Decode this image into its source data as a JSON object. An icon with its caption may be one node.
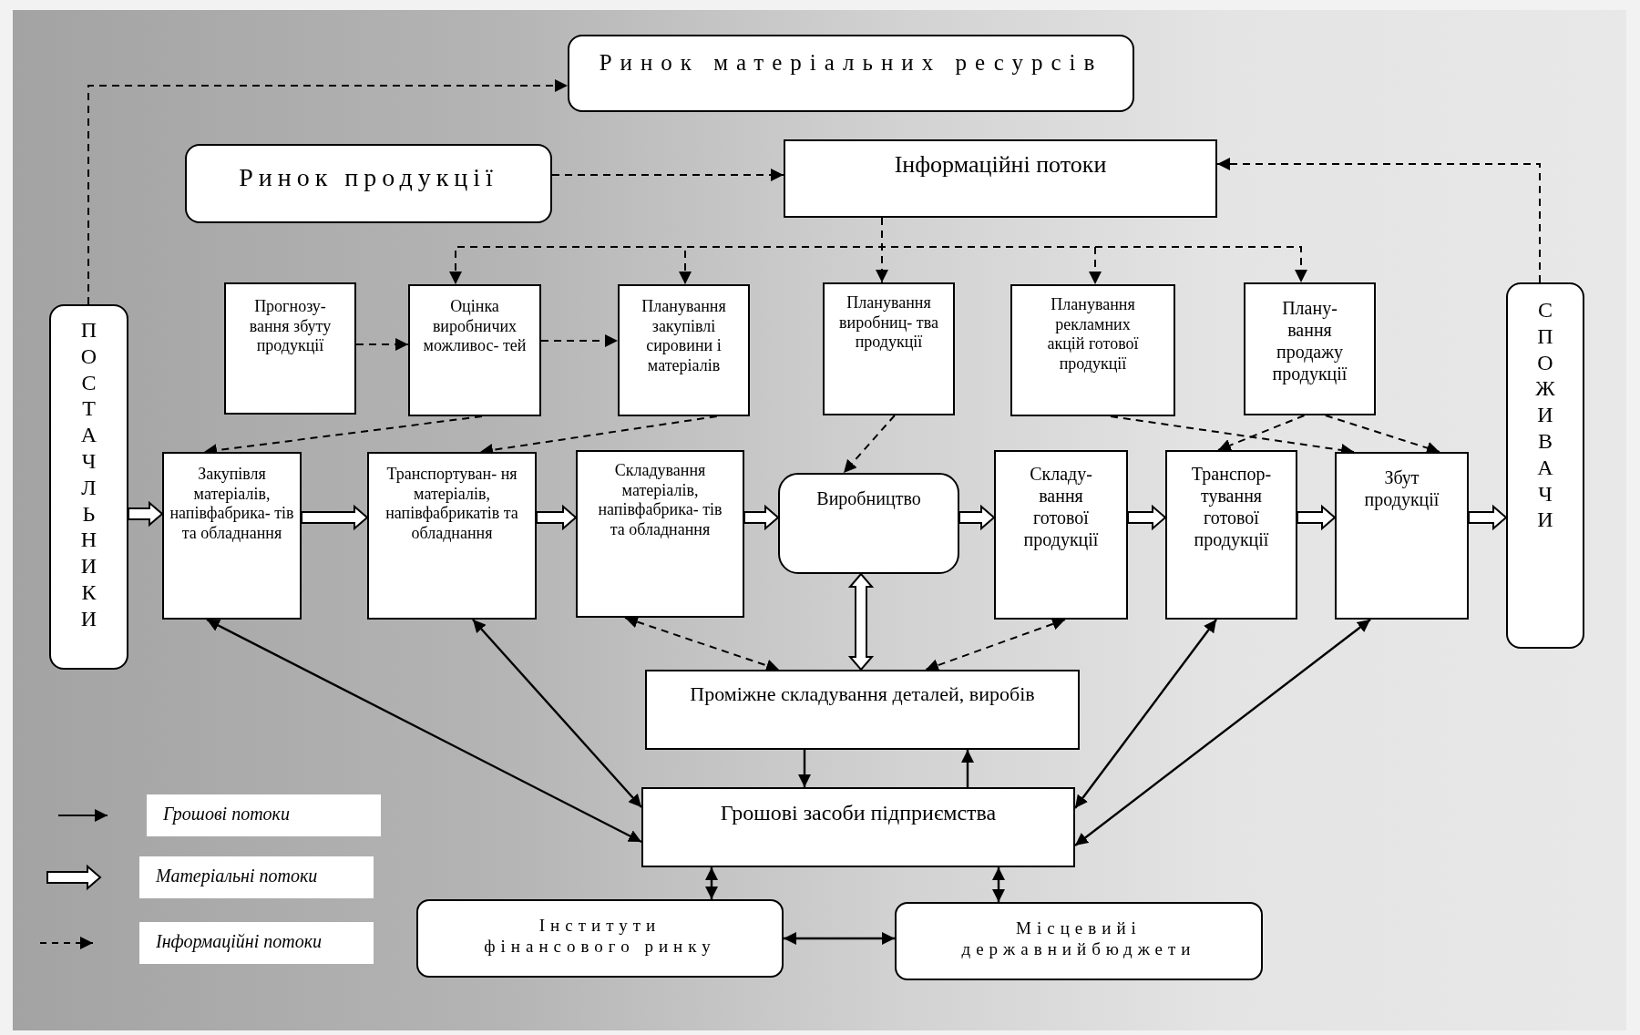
{
  "diagram": {
    "nodes": [
      {
        "text": [
          "Ринок матеріальних ресурсів"
        ]
      },
      {
        "text": [
          "Ринок продукції"
        ]
      },
      {
        "text": [
          "Інформаційні потоки"
        ]
      },
      {
        "text": [
          "ПОСТАЧЛЬНИКИ"
        ]
      },
      {
        "text": [
          "СПОЖИВАЧИ"
        ]
      },
      {
        "text": [
          "Прогнозу- вання збуту продукції"
        ]
      },
      {
        "text": [
          "Оцінка виробничих можливос- тей"
        ]
      },
      {
        "text": [
          "Планування закупівлі сировини і матеріалів"
        ]
      },
      {
        "text": [
          "Планування виробниц- тва продукції"
        ]
      },
      {
        "text": [
          "Планування рекламних акцій готової продукції"
        ]
      },
      {
        "text": [
          "Плану- вання продажу продукції"
        ]
      },
      {
        "text": [
          "Закупівля матеріалів, напівфабрика- тів та обладнання"
        ]
      },
      {
        "text": [
          "Транспортуван- ня матеріалів, напівфабрикатів та обладнання"
        ]
      },
      {
        "text": [
          "Складування матеріалів, напівфабрика- тів та обладнання"
        ]
      },
      {
        "text": [
          "Виробництво"
        ]
      },
      {
        "text": [
          "Складу- вання готової продукції"
        ]
      },
      {
        "text": [
          "Транспор- тування готової продукції"
        ]
      },
      {
        "text": [
          "Збут продукції"
        ]
      },
      {
        "text": [
          "Проміжне складування деталей, виробів"
        ]
      },
      {
        "text": [
          "Грошові засоби підприємства"
        ]
      },
      {
        "text": [
          "Інститути фінансового ринку"
        ]
      },
      {
        "text": [
          "Місцевийі державнийбюджети"
        ]
      }
    ],
    "edges": [
      {
        "from": 3,
        "to": 0,
        "arrow": "to",
        "style": "dashed"
      },
      {
        "from": 1,
        "to": 2,
        "arrow": "to",
        "style": "dashed"
      },
      {
        "from": 4,
        "to": 2,
        "arrow": "to",
        "style": "dashed"
      },
      {
        "from": 2,
        "to": 6,
        "arrow": "to",
        "style": "dashed"
      },
      {
        "from": 2,
        "to": 7,
        "arrow": "to",
        "style": "dashed"
      },
      {
        "from": 2,
        "to": 8,
        "arrow": "to",
        "style": "dashed"
      },
      {
        "from": 2,
        "to": 9,
        "arrow": "to",
        "style": "dashed"
      },
      {
        "from": 2,
        "to": 10,
        "arrow": "to",
        "style": "dashed"
      },
      {
        "from": 5,
        "to": 6,
        "arrow": "to",
        "style": "dashed"
      },
      {
        "from": 6,
        "to": 7,
        "arrow": "to",
        "style": "dashed"
      },
      {
        "from": 6,
        "to": 11,
        "arrow": "to",
        "style": "dashed"
      },
      {
        "from": 7,
        "to": 12,
        "arrow": "to",
        "style": "dashed"
      },
      {
        "from": 8,
        "to": 14,
        "arrow": "to",
        "style": "dashed"
      },
      {
        "from": 9,
        "to": 17,
        "arrow": "to",
        "style": "dashed"
      },
      {
        "from": 10,
        "to": 16,
        "arrow": "to",
        "style": "dashed"
      },
      {
        "from": 10,
        "to": 17,
        "arrow": "to",
        "style": "dashed"
      },
      {
        "from": 3,
        "to": 11,
        "arrow": "to",
        "style": "thick"
      },
      {
        "from": 11,
        "to": 12,
        "arrow": "to",
        "style": "thick"
      },
      {
        "from": 12,
        "to": 13,
        "arrow": "to",
        "style": "thick"
      },
      {
        "from": 13,
        "to": 14,
        "arrow": "to",
        "style": "thick"
      },
      {
        "from": 14,
        "to": 15,
        "arrow": "to",
        "style": "thick"
      },
      {
        "from": 15,
        "to": 16,
        "arrow": "to",
        "style": "thick"
      },
      {
        "from": 16,
        "to": 17,
        "arrow": "to",
        "style": "thick"
      },
      {
        "from": 17,
        "to": 4,
        "arrow": "to",
        "style": "thick"
      },
      {
        "from": 14,
        "to": 18,
        "arrow": "both",
        "style": "thick"
      },
      {
        "from": 13,
        "to": 18,
        "arrow": "both",
        "style": "dashed"
      },
      {
        "from": 15,
        "to": 18,
        "arrow": "both",
        "style": "dashed"
      },
      {
        "from": 11,
        "to": 19,
        "arrow": "both"
      },
      {
        "from": 12,
        "to": 19,
        "arrow": "both"
      },
      {
        "from": 16,
        "to": 19,
        "arrow": "both"
      },
      {
        "from": 17,
        "to": 19,
        "arrow": "both"
      },
      {
        "from": 18,
        "to": 19,
        "arrow": "to"
      },
      {
        "from": 19,
        "to": 18,
        "arrow": "to"
      },
      {
        "from": 19,
        "to": 20,
        "arrow": "both"
      },
      {
        "from": 19,
        "to": 21,
        "arrow": "both"
      },
      {
        "from": 20,
        "to": 21,
        "arrow": "both"
      }
    ],
    "legend": [
      {
        "text": "Грошові потоки"
      },
      {
        "text": "Матеріальні потоки"
      },
      {
        "text": "Інформаційні потоки"
      }
    ]
  }
}
